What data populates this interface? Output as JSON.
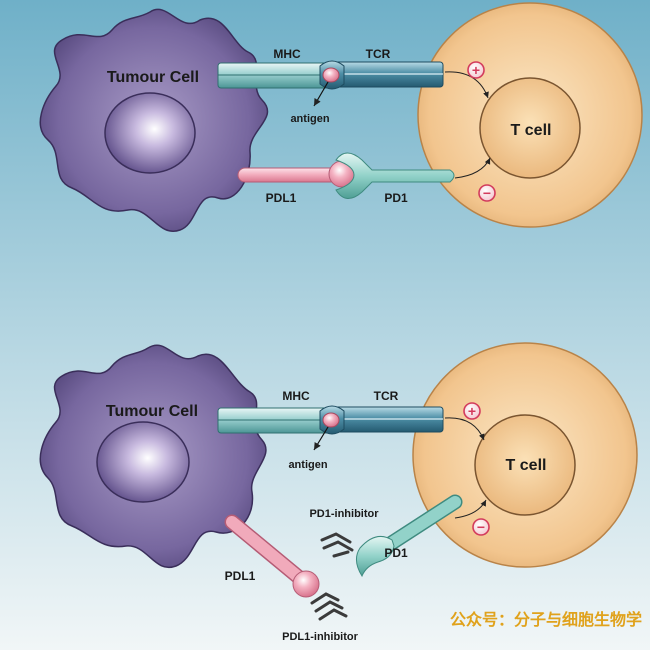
{
  "panels": [
    {
      "tumour_label": "Tumour Cell",
      "tcell_label": "T cell",
      "mhc_label": "MHC",
      "tcr_label": "TCR",
      "antigen_label": "antigen",
      "pdl1_label": "PDL1",
      "pd1_label": "PD1",
      "plus_sign": "+",
      "minus_sign": "−"
    },
    {
      "tumour_label": "Tumour Cell",
      "tcell_label": "T cell",
      "mhc_label": "MHC",
      "tcr_label": "TCR",
      "antigen_label": "antigen",
      "pdl1_label": "PDL1",
      "pd1_label": "PD1",
      "pd1_inhibitor_label": "PD1-inhibitor",
      "pdl1_inhibitor_label": "PDL1-inhibitor",
      "plus_sign": "+",
      "minus_sign": "−"
    }
  ],
  "watermark": "公众号：分子与细胞生物学",
  "colors": {
    "background_top": "#6fb0c8",
    "background_bottom": "#eef4f6",
    "tumour_fill": "#6a5a92",
    "tcell_fill": "#f1c893",
    "mhc_teal": "#7fc4c4",
    "tcr_blue": "#3f7f97",
    "pdl1_pink": "#f0a8b8",
    "pd1_teal": "#8ed0c8",
    "sign_pink": "#e3516e",
    "watermark": "#e0a21c"
  }
}
